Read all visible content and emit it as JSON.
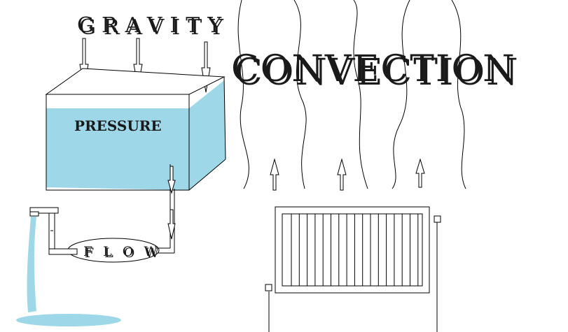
{
  "labels": {
    "gravity": "GRAVITY",
    "pressure": "PRESSURE",
    "flow": "FLOW",
    "convection": "CONVECTION"
  },
  "colors": {
    "water": "#9ed8e8",
    "ink": "#000000",
    "label_fill": "#333333",
    "label_shadow": "#9a9a9a"
  },
  "icons": [
    "down-arrow-icon",
    "up-arrow-icon",
    "tap-icon",
    "radiator-icon",
    "water-tank-icon"
  ]
}
